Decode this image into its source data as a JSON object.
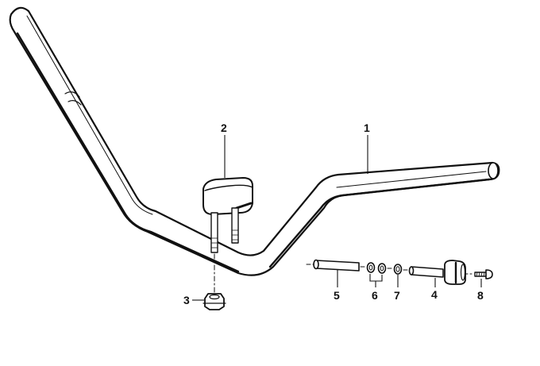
{
  "diagram": {
    "colors": {
      "ink": "#111111",
      "background": "#ffffff"
    },
    "callouts": [
      {
        "id": "1",
        "label": "1"
      },
      {
        "id": "2",
        "label": "2"
      },
      {
        "id": "3",
        "label": "3"
      },
      {
        "id": "4",
        "label": "4"
      },
      {
        "id": "5",
        "label": "5"
      },
      {
        "id": "6",
        "label": "6"
      },
      {
        "id": "7",
        "label": "7"
      },
      {
        "id": "8",
        "label": "8"
      }
    ]
  }
}
